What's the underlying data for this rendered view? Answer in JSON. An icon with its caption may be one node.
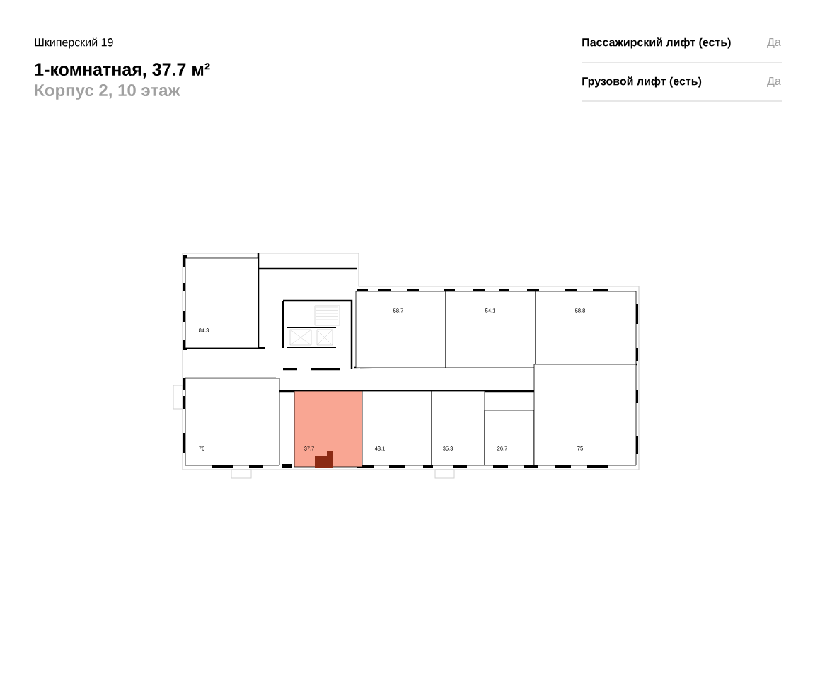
{
  "diagram": {
    "title": "Шкиперский 19",
    "nodes": [
      {
        "text": [
          "84.3"
        ]
      },
      {
        "text": [
          "58.7"
        ]
      },
      {
        "text": [
          "54.1"
        ]
      },
      {
        "text": [
          "58.8"
        ]
      },
      {
        "text": [
          "76"
        ]
      },
      {
        "text": [
          "37.7"
        ]
      },
      {
        "text": [
          "43.1"
        ]
      },
      {
        "text": [
          "35.3"
        ]
      },
      {
        "text": [
          "26.7"
        ]
      },
      {
        "text": [
          "75"
        ]
      }
    ],
    "labels": [
      "1-комнатная, 37.7 м²",
      "Корпус 2, 10 этаж",
      "Пассажирский лифт (есть)",
      "Да",
      "Грузовой лифт (есть)",
      "Да"
    ]
  }
}
